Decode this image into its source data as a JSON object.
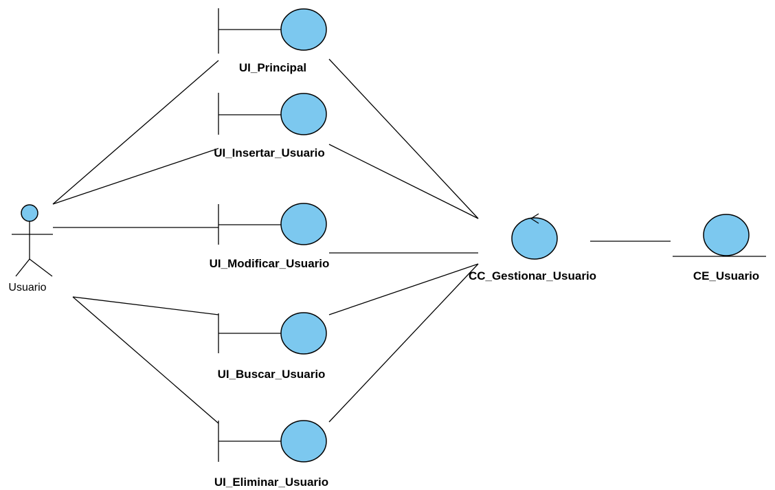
{
  "colors": {
    "fill": "#7cc8ef",
    "stroke": "#000000",
    "background": "#ffffff"
  },
  "actor": {
    "label": "Usuario"
  },
  "boundaries": [
    {
      "label": "UI_Principal"
    },
    {
      "label": "UI_Insertar_Usuario"
    },
    {
      "label": "UI_Modificar_Usuario"
    },
    {
      "label": "UI_Buscar_Usuario"
    },
    {
      "label": "UI_Eliminar_Usuario"
    }
  ],
  "control": {
    "label": "CC_Gestionar_Usuario"
  },
  "entity": {
    "label": "CE_Usuario"
  }
}
